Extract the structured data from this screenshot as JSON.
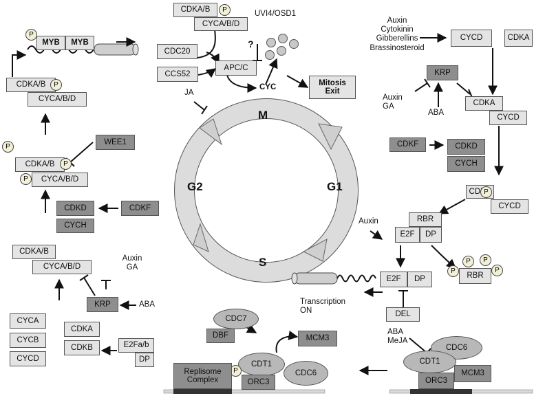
{
  "phases": {
    "m": "M",
    "g1": "G1",
    "s": "S",
    "g2": "G2"
  },
  "labels": {
    "cdka_b": "CDKA/B",
    "cyca_b_d": "CYCA/B/D",
    "myb": "MYB",
    "p": "P",
    "wee1": "WEE1",
    "cdkd": "CDKD",
    "cdkf": "CDKF",
    "cych": "CYCH",
    "krp": "KRP",
    "auxin": "Auxin",
    "ga": "GA",
    "aba": "ABA",
    "auxin_ga": "Auxin\nGA",
    "cyca": "CYCA",
    "cycb": "CYCB",
    "cycd": "CYCD",
    "cdka": "CDKA",
    "cdkb": "CDKB",
    "e2fa_b": "E2Fa/b",
    "dp": "DP",
    "cdc20": "CDC20",
    "ccs52": "CCS52",
    "apc_c": "APC/C",
    "uvi4": "UVI4/OSD1",
    "question": "?",
    "cyc": "CYC",
    "mitosis_exit": "Mitosis\nExit",
    "ja": "JA",
    "hormones": "Auxin\nCytokinin\nGibberellins\nBrassinosteroid",
    "rbr": "RBR",
    "e2f": "E2F",
    "transcription": "Transcription\nON",
    "del": "DEL",
    "aba_meja": "ABA\nMeJA",
    "cdc6": "CDC6",
    "cdt1": "CDT1",
    "orc3": "ORC3",
    "mcm3": "MCM3",
    "cdc7": "CDC7",
    "dbf": "DBF",
    "replisome": "Replisome\nComplex"
  }
}
